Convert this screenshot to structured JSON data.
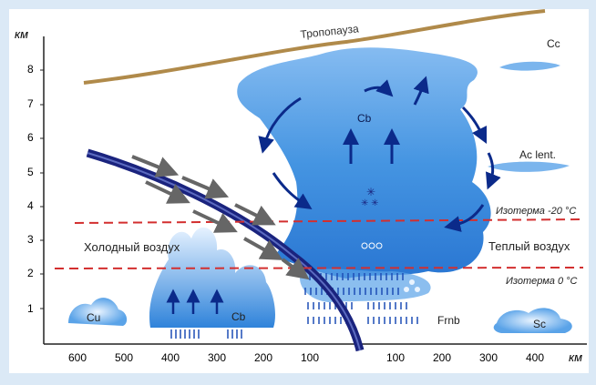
{
  "axes": {
    "y_unit": "км",
    "x_unit": "км",
    "y_ticks": [
      "1",
      "2",
      "3",
      "4",
      "5",
      "6",
      "7",
      "8"
    ],
    "x_ticks_left": [
      "600",
      "500",
      "400",
      "300",
      "200",
      "100"
    ],
    "x_ticks_right": [
      "100",
      "200",
      "300",
      "400"
    ]
  },
  "labels": {
    "tropopause": "Тропопауза",
    "cold_air": "Холодный воздух",
    "warm_air": "Теплый воздух",
    "isotherm_minus20": "Изотерма -20 °C",
    "isotherm_0": "Изотерма 0 °C"
  },
  "clouds": {
    "cc": "Cc",
    "cb_main": "Cb",
    "ac_lent": "Ac lent.",
    "cu": "Cu",
    "cb_small": "Cb",
    "frnb": "Frnb",
    "sc": "Sc"
  },
  "colors": {
    "frame_bg": "#dbe9f6",
    "panel_bg": "#ffffff",
    "front_line": "#1a237e",
    "tropopause": "#b08a4a",
    "isotherm": "#d32f2f",
    "cloud_blue": "#3b8fe0"
  }
}
